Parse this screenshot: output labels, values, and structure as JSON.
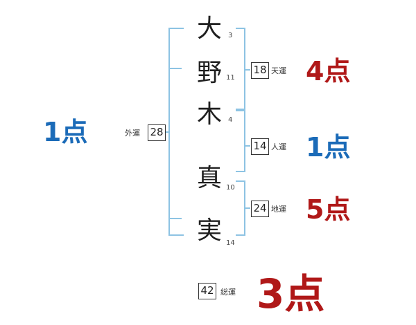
{
  "colors": {
    "bracket": "#8dc3e3",
    "good": "#1b6bb8",
    "bad": "#b01818"
  },
  "characters": [
    {
      "char": "大",
      "strokes": "3"
    },
    {
      "char": "野",
      "strokes": "11"
    },
    {
      "char": "木",
      "strokes": "4"
    },
    {
      "char": "真",
      "strokes": "10"
    },
    {
      "char": "実",
      "strokes": "14"
    }
  ],
  "gaiun": {
    "label": "外運",
    "value": "28",
    "score": "1点"
  },
  "tenun": {
    "label": "天運",
    "value": "18",
    "score": "4点"
  },
  "jinun": {
    "label": "人運",
    "value": "14",
    "score": "1点"
  },
  "chiun": {
    "label": "地運",
    "value": "24",
    "score": "5点"
  },
  "souun": {
    "label": "総運",
    "value": "42",
    "score": "3点"
  }
}
